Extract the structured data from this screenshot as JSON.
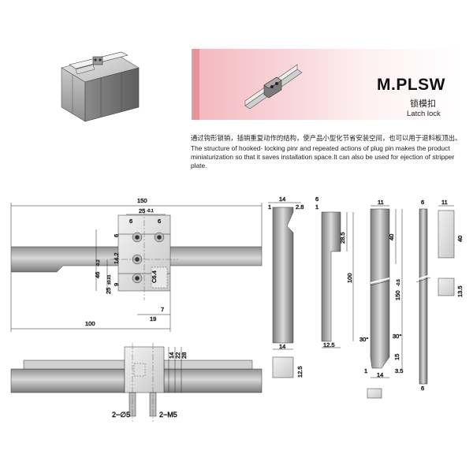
{
  "product": {
    "code": "M.PLSW",
    "name_cn": "锁模扣",
    "name_en": "Latch lock"
  },
  "description": {
    "cn": "通过钩形锁销，插销重复动作的结构，使产品小型化节省安装空间，也可以用于退料板顶出。",
    "en": "The structure of hooked- locking pinr and repeated actions of plug pin makes the product miniaturization so that it saves installation space.It can also be used for ejection of stripper plate."
  },
  "dimensions": {
    "overall_length": "150",
    "width_25": "25",
    "tol_25": "-0.1",
    "d6": "6",
    "d6b": "6",
    "d14_2": "14.2",
    "d46": "46",
    "tol_46": "-0.2",
    "d25b": "25",
    "tol_25b": "±0.01",
    "d9": "9",
    "d7": "7",
    "d19": "19",
    "d100": "100",
    "h14": "14",
    "h22": "22",
    "h28": "28",
    "thread": "2−M5",
    "bore": "2−∅5",
    "s1_14": "14",
    "s1_2_8": "2.8",
    "s1_1": "1",
    "s1_14b": "14",
    "s1_12_5": "12.5",
    "s2_6": "6",
    "s2_1": "1",
    "s2_28_5": "28.5",
    "s2_100": "100",
    "s2_12_5": "12.5",
    "s3_11": "11",
    "s3_40": "40",
    "s3_150": "150",
    "s3_150_tol": "-0.5",
    "s3_30a": "30°",
    "s3_30b": "30°",
    "s3_15": "15",
    "s3_3_5": "3.5",
    "s3_14": "14",
    "s3_1": "1",
    "s4_6": "6",
    "s4_6b": "6",
    "s5_11": "11",
    "s5_40": "40",
    "s5_13_5": "13.5",
    "ref_label": "C6.4"
  }
}
